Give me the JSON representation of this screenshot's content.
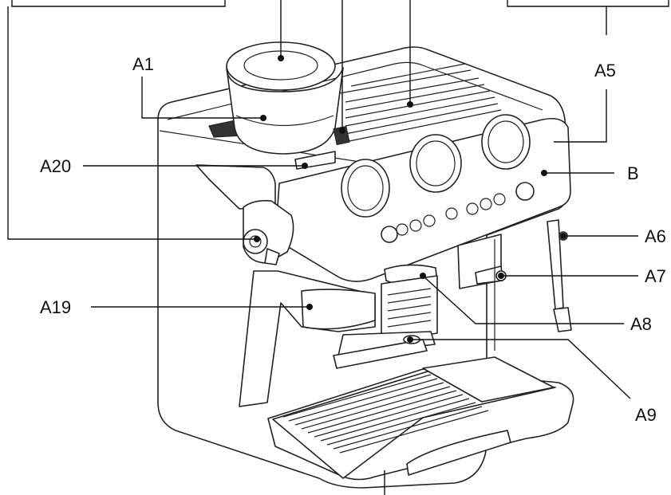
{
  "labels": {
    "a1": "A1",
    "a5": "A5",
    "a6": "A6",
    "a7": "A7",
    "a8": "A8",
    "a9": "A9",
    "a19": "A19",
    "a20": "A20",
    "b": "B"
  }
}
